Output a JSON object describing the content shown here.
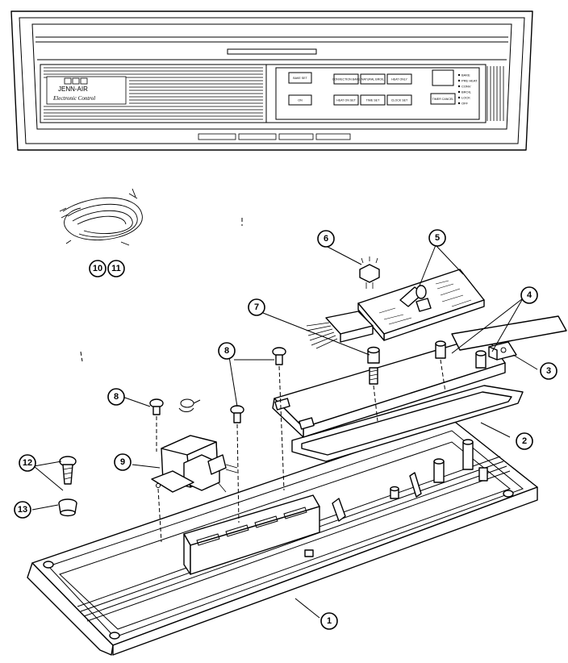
{
  "control_panel": {
    "brand": "JENN-AIR",
    "subtitle": "Electronic Control",
    "buttons": [
      {
        "id": "b1",
        "label": "BAKE SET"
      },
      {
        "id": "b2",
        "label": "CONVECTION BAKE"
      },
      {
        "id": "b3",
        "label": "NATURAL BROIL"
      },
      {
        "id": "b4",
        "label": "HEAT ONLY"
      },
      {
        "id": "b5",
        "label": "TIMER CANCEL"
      },
      {
        "id": "b6",
        "label": "ON"
      },
      {
        "id": "b7",
        "label": "HEAT ON SET"
      },
      {
        "id": "b8",
        "label": "TIME SET"
      },
      {
        "id": "b9",
        "label": "CLOCK SET"
      }
    ],
    "indicators": [
      "BAKE",
      "PRE HEAT",
      "CONV",
      "BROIL",
      "LOCK",
      "OFF"
    ]
  },
  "callouts": [
    {
      "id": "c1",
      "label": "1"
    },
    {
      "id": "c2",
      "label": "2"
    },
    {
      "id": "c3",
      "label": "3"
    },
    {
      "id": "c4",
      "label": "4"
    },
    {
      "id": "c5",
      "label": "5"
    },
    {
      "id": "c6",
      "label": "6"
    },
    {
      "id": "c7",
      "label": "7"
    },
    {
      "id": "c8a",
      "label": "8"
    },
    {
      "id": "c8b",
      "label": "8"
    },
    {
      "id": "c9",
      "label": "9"
    },
    {
      "id": "c10",
      "label": "10"
    },
    {
      "id": "c11",
      "label": "11"
    },
    {
      "id": "c12",
      "label": "12"
    },
    {
      "id": "c13",
      "label": "13"
    }
  ]
}
